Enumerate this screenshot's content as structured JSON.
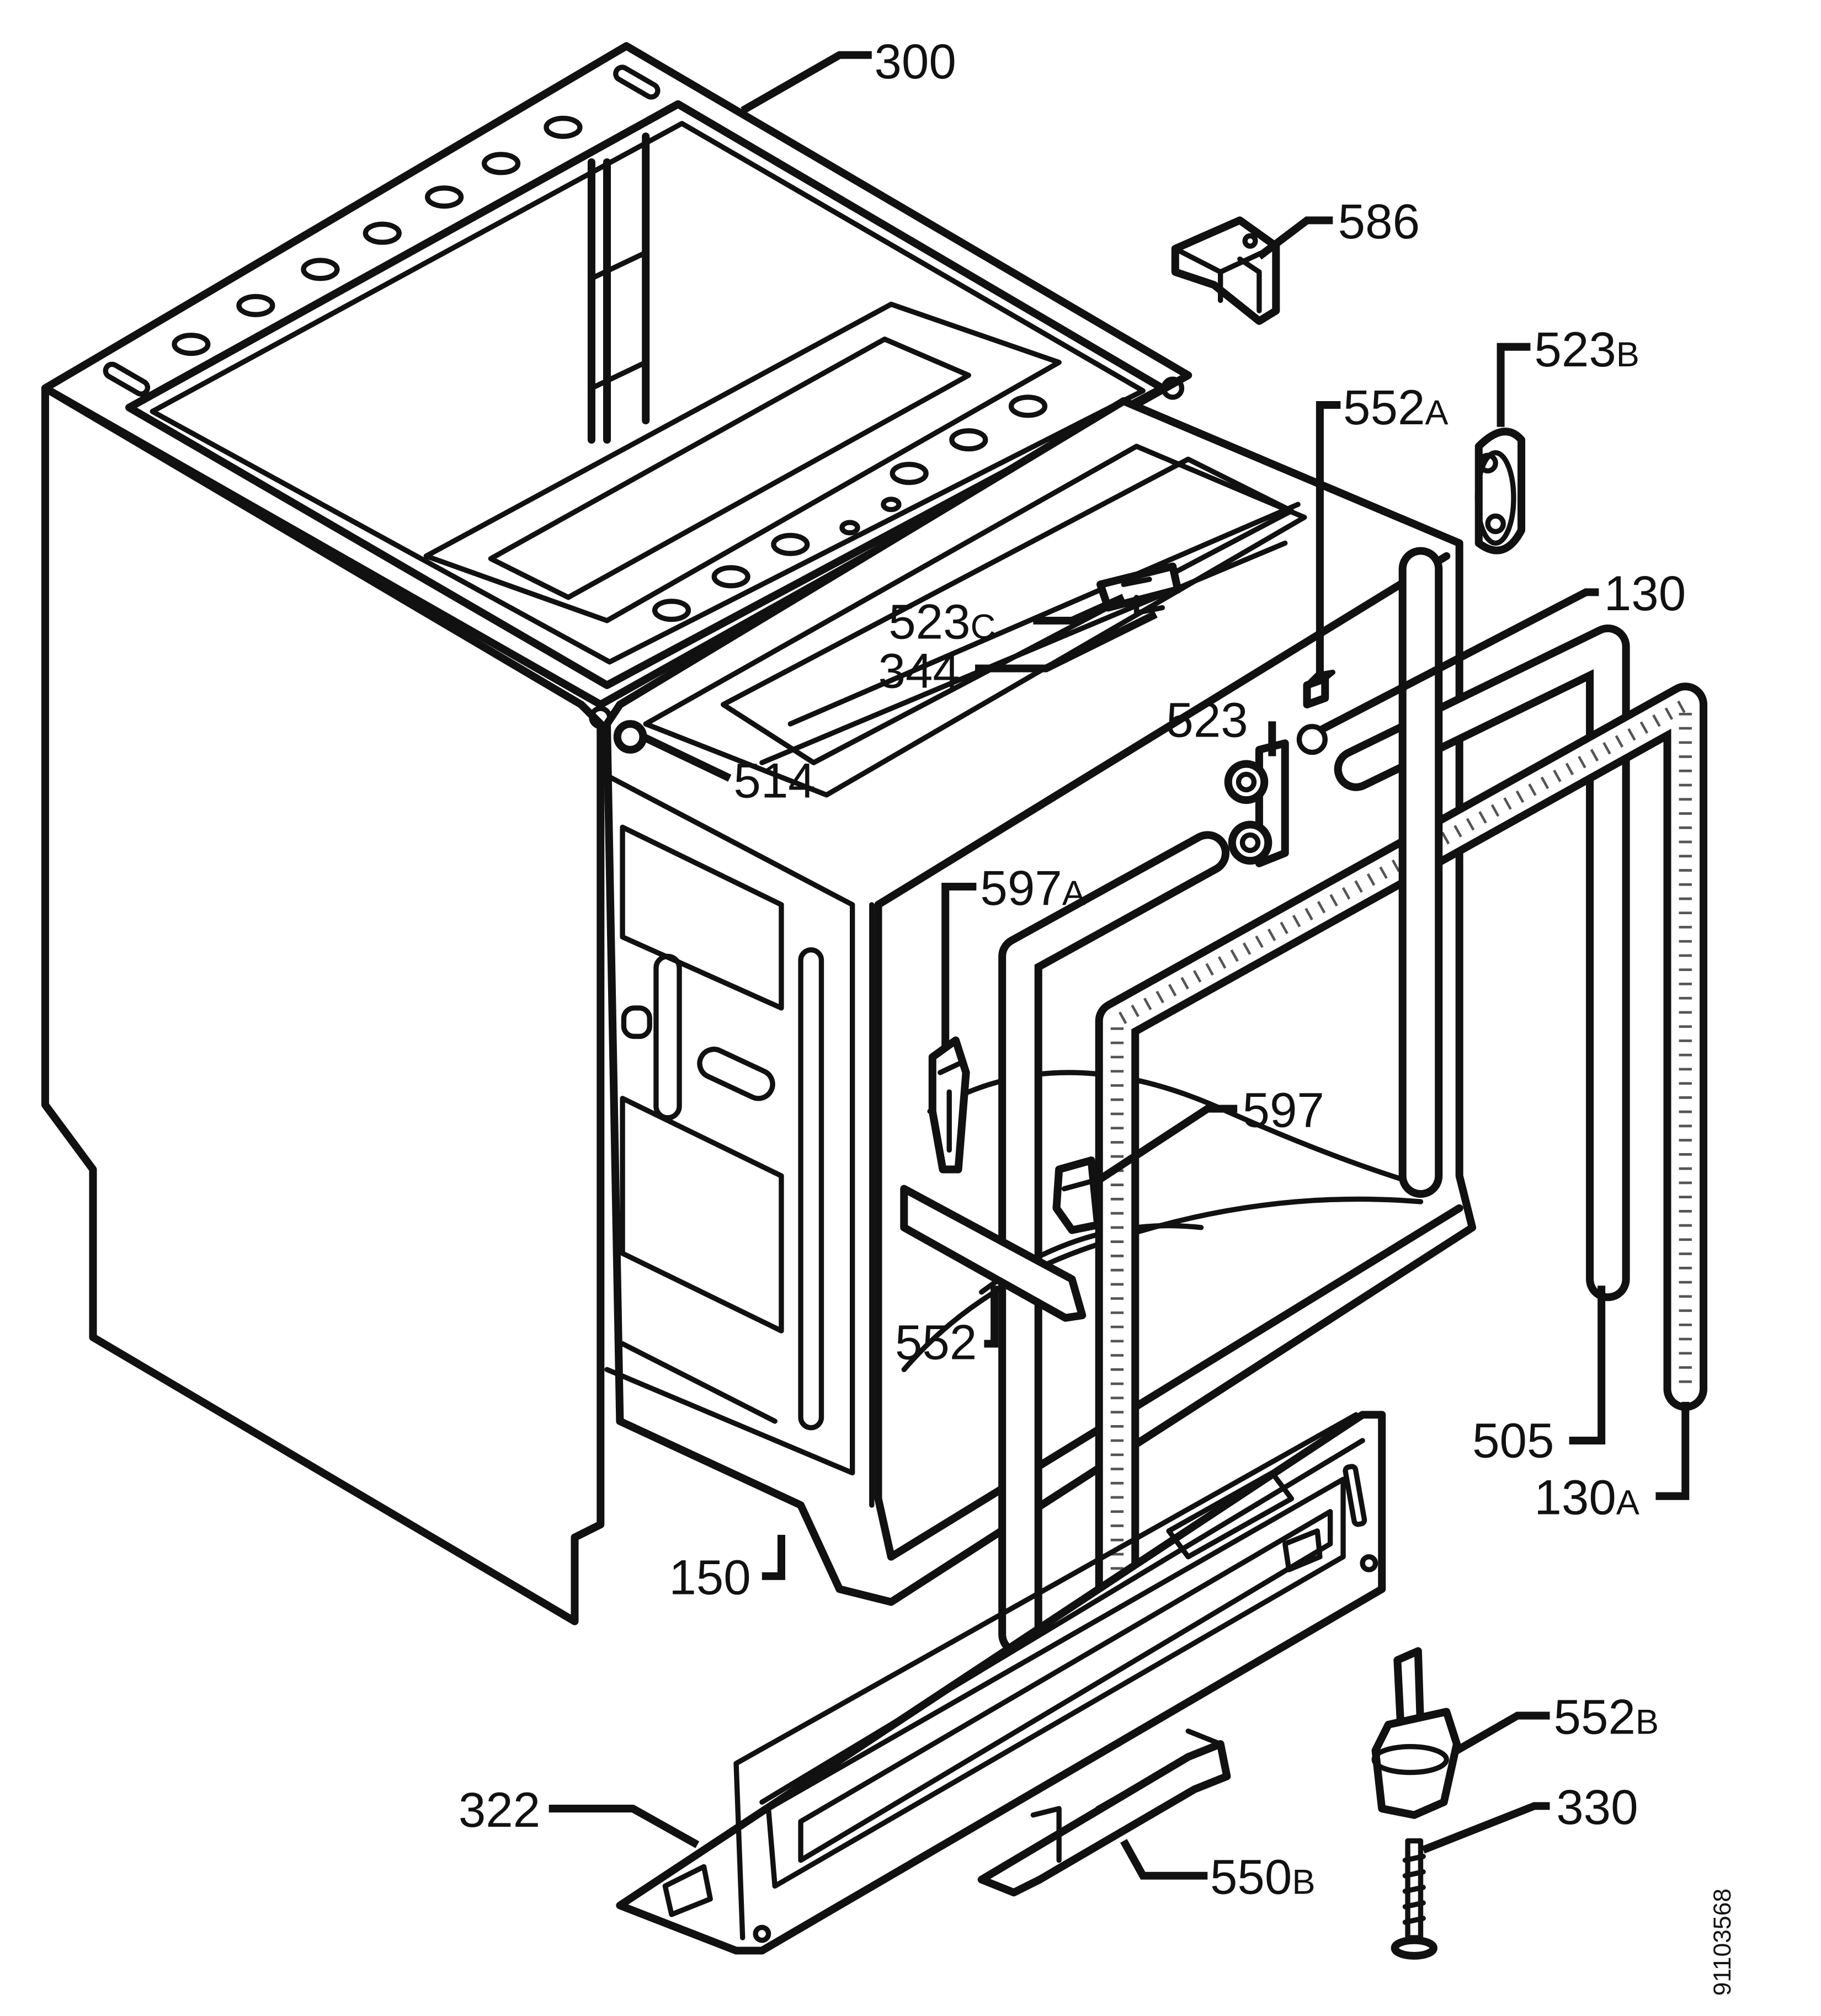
{
  "labels": {
    "l300": {
      "num": "300",
      "sfx": ""
    },
    "l586": {
      "num": "586",
      "sfx": ""
    },
    "l523B": {
      "num": "523",
      "sfx": "B"
    },
    "l552A": {
      "num": "552",
      "sfx": "A"
    },
    "l130": {
      "num": "130",
      "sfx": ""
    },
    "l523C": {
      "num": "523",
      "sfx": "C"
    },
    "l344": {
      "num": "344",
      "sfx": ""
    },
    "l523": {
      "num": "523",
      "sfx": ""
    },
    "l514": {
      "num": "514",
      "sfx": ""
    },
    "l597A": {
      "num": "597",
      "sfx": "A"
    },
    "l597": {
      "num": "597",
      "sfx": ""
    },
    "l552": {
      "num": "552",
      "sfx": ""
    },
    "l505": {
      "num": "505",
      "sfx": ""
    },
    "l130A": {
      "num": "130",
      "sfx": "A"
    },
    "l150": {
      "num": "150",
      "sfx": ""
    },
    "l552B": {
      "num": "552",
      "sfx": "B"
    },
    "l322": {
      "num": "322",
      "sfx": ""
    },
    "l330": {
      "num": "330",
      "sfx": ""
    },
    "l550B": {
      "num": "550",
      "sfx": "B"
    }
  },
  "drawing_code": "91103568"
}
